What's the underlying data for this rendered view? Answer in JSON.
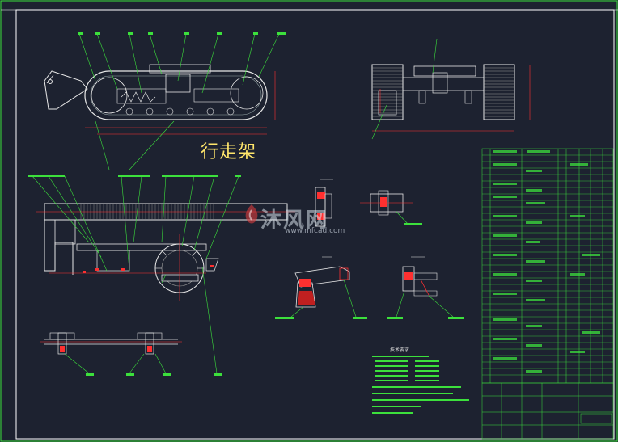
{
  "drawing": {
    "title": "行走架",
    "watermark_cn": "沐风网",
    "watermark_url": "www.mfcad.com",
    "notes_title": "技术要求"
  },
  "colors": {
    "background": "#1d2230",
    "frame": "#ffffff",
    "outline": "#e8e8e8",
    "leader": "#3ce03c",
    "dimension": "#ff3030",
    "hatch": "#8a8a8a",
    "table": "#3ce03c"
  }
}
